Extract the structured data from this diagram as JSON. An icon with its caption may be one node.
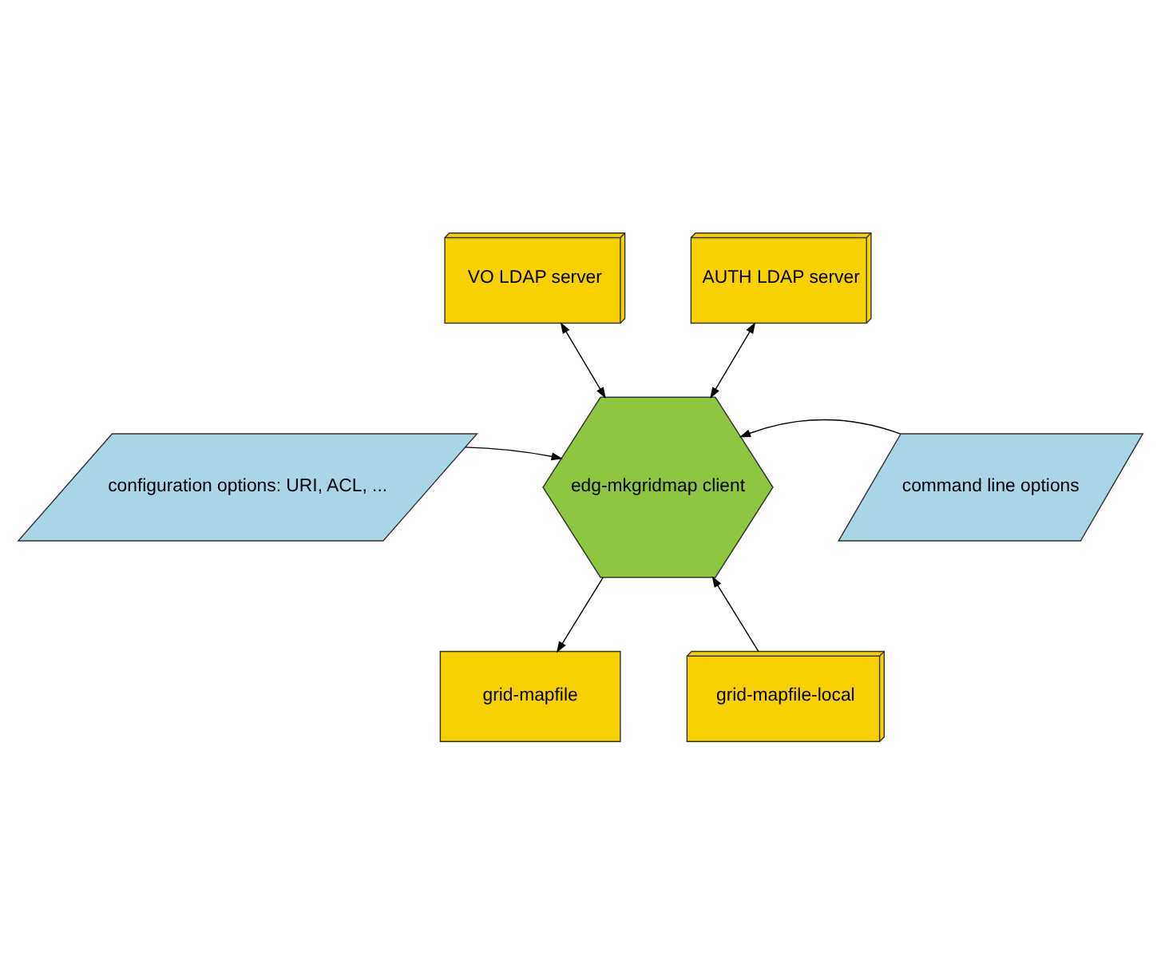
{
  "diagram": {
    "nodes": [
      {
        "text": [
          "VO LDAP server"
        ]
      },
      {
        "text": [
          "AUTH LDAP server"
        ]
      },
      {
        "text": [
          "configuration options: URI, ACL, ..."
        ]
      },
      {
        "text": [
          "edg-mkgridmap client"
        ]
      },
      {
        "text": [
          "command line options"
        ]
      },
      {
        "text": [
          "grid-mapfile-local"
        ]
      },
      {
        "text": [
          "grid-mapfile"
        ]
      }
    ],
    "edges": [
      {
        "from": 0,
        "to": 3,
        "arrow": "both"
      },
      {
        "from": 1,
        "to": 3,
        "arrow": "both"
      },
      {
        "from": 2,
        "to": 3,
        "arrow": "to"
      },
      {
        "from": 4,
        "to": 3,
        "arrow": "to"
      },
      {
        "from": 5,
        "to": 3,
        "arrow": "to"
      },
      {
        "from": 3,
        "to": 6,
        "arrow": "to"
      }
    ]
  }
}
